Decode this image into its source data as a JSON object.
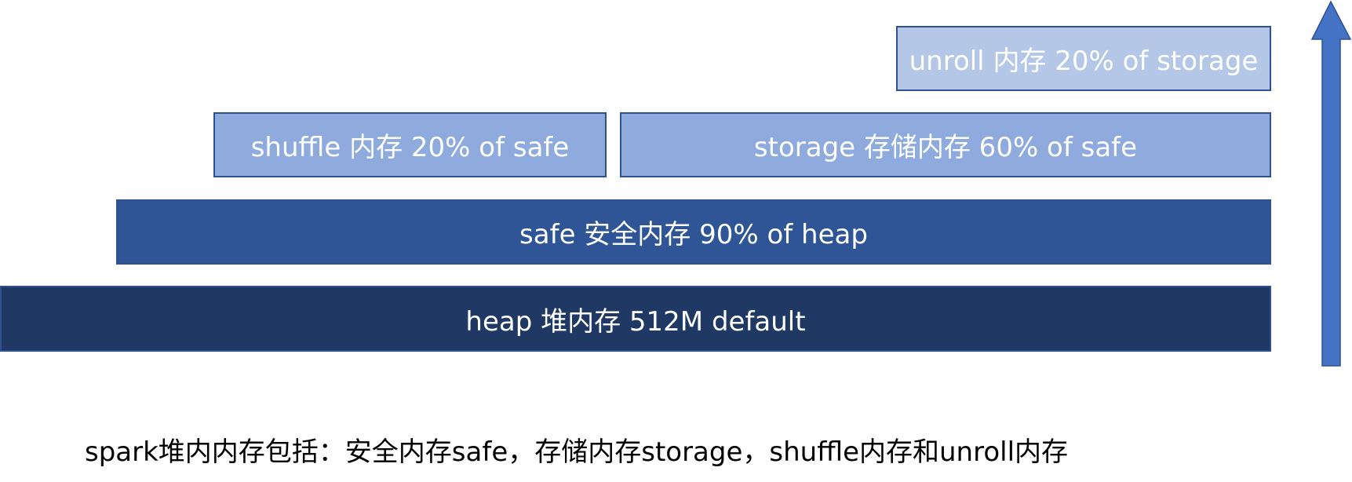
{
  "colors": {
    "heap": "#203864",
    "safe": "#2f5597",
    "shuffle": "#8faadc",
    "storage": "#8faadc",
    "unroll": "#b4c7e7",
    "arrow": "#4472c4"
  },
  "blocks": {
    "heap": "heap 堆内存 512M default",
    "safe": "safe 安全内存 90% of heap",
    "shuffle": "shuffle 内存 20% of safe",
    "storage": "storage 存储内存 60% of safe",
    "unroll": "unroll 内存 20% of storage"
  },
  "caption": "spark堆内内存包括：安全内存safe，存储内存storage，shuffle内存和unroll内存",
  "arrow": {
    "icon": "up-arrow-icon"
  }
}
